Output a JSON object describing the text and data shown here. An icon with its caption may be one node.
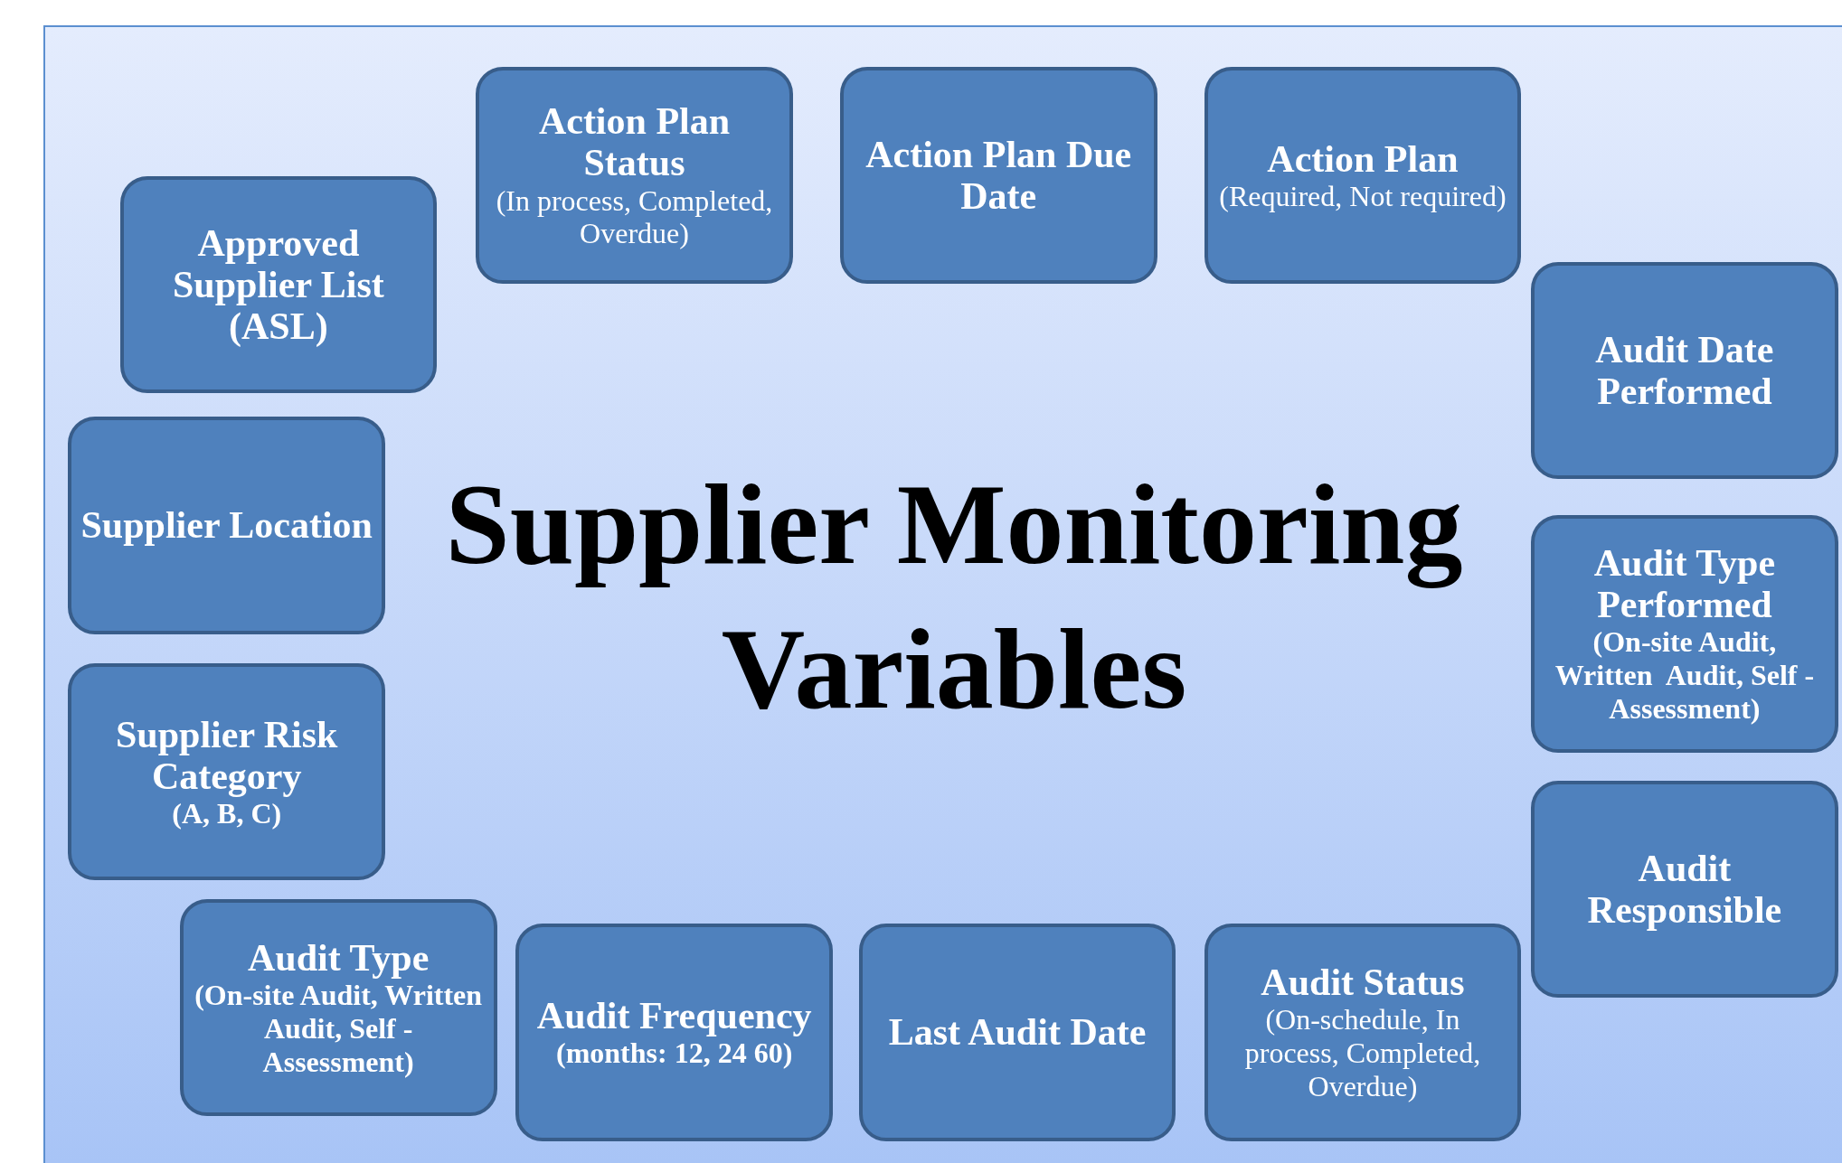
{
  "diagram": {
    "title": "Supplier Monitoring Variables",
    "nodes": [
      {
        "text": [
          "Action Plan Status",
          "(In process, Completed, Overdue)"
        ]
      },
      {
        "text": [
          "Action Plan Due Date"
        ]
      },
      {
        "text": [
          "Action Plan",
          "(Required, Not required)"
        ]
      },
      {
        "text": [
          "Approved Supplier List (ASL)"
        ]
      },
      {
        "text": [
          "Audit Date Performed"
        ]
      },
      {
        "text": [
          "Supplier Location"
        ]
      },
      {
        "text": [
          "Audit Type Performed",
          "(On-site Audit, Written  Audit, Self -Assessment)"
        ]
      },
      {
        "text": [
          "Supplier Risk Category",
          "(A, B, C)"
        ]
      },
      {
        "text": [
          "Audit Responsible"
        ]
      },
      {
        "text": [
          "Audit Type",
          "(On-site Audit, Written  Audit, Self -Assessment)"
        ]
      },
      {
        "text": [
          "Audit Frequency",
          "(months: 12, 24 60)"
        ]
      },
      {
        "text": [
          "Last Audit Date"
        ]
      },
      {
        "text": [
          "Audit Status",
          "(On-schedule, In process, Completed, Overdue)"
        ]
      }
    ]
  }
}
